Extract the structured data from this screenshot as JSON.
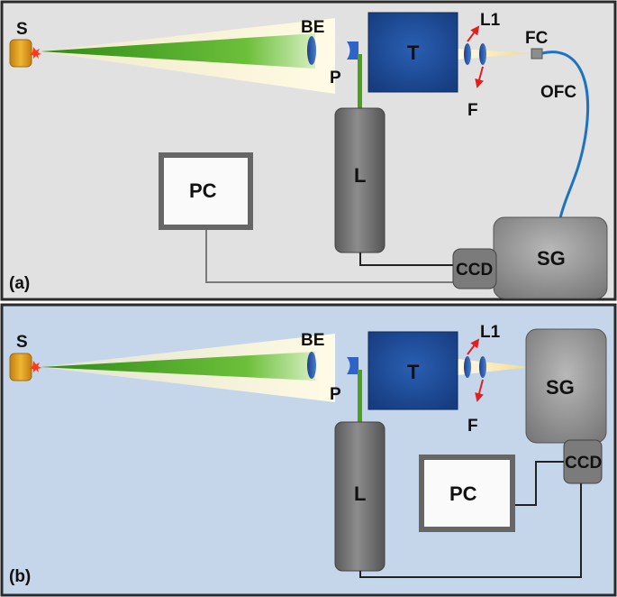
{
  "colors": {
    "panel_a_bg": "#e1e1e1",
    "panel_b_bg": "#c5d5ea",
    "panel_border": "#2a2a2a",
    "target_blue": "#1f4d9c",
    "laser_green": "#4d9f1e",
    "fiber_blue": "#1d73c0",
    "source_orange": "#e1a21c",
    "arrow_red": "#e02020",
    "equipment_gray": "#757575",
    "cable": "#333333"
  },
  "panel_a": {
    "tag": "(a)",
    "labels": {
      "source": "S",
      "beam_expander": "BE",
      "target": "T",
      "prism": "P",
      "lens": "L1",
      "filter": "F",
      "fiber_coupler": "FC",
      "optical_fiber": "OFC",
      "laser": "L",
      "computer": "PC",
      "camera": "CCD",
      "spectrograph": "SG"
    }
  },
  "panel_b": {
    "tag": "(b)",
    "labels": {
      "source": "S",
      "beam_expander": "BE",
      "target": "T",
      "prism": "P",
      "lens": "L1",
      "filter": "F",
      "laser": "L",
      "computer": "PC",
      "camera": "CCD",
      "spectrograph": "SG"
    }
  }
}
